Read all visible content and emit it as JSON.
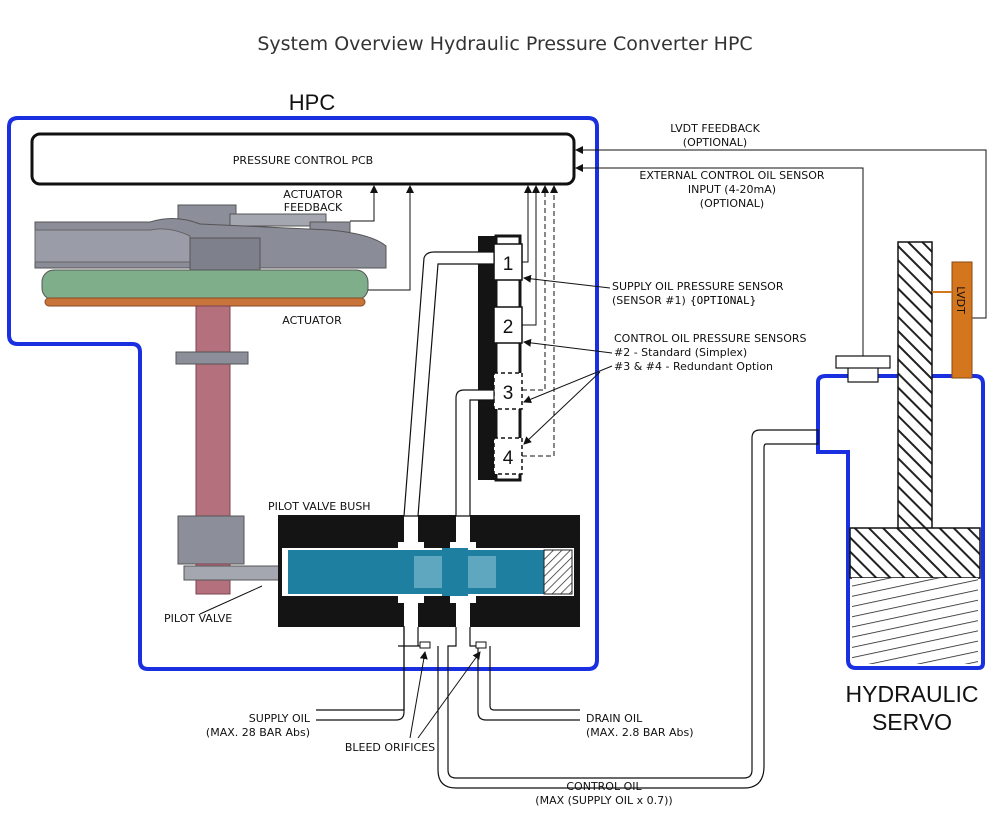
{
  "title": "System Overview Hydraulic Pressure Converter HPC",
  "hpc_label": "HPC",
  "pcb_label": "PRESSURE CONTROL PCB",
  "actuator_feedback": [
    "ACTUATOR",
    "FEEDBACK"
  ],
  "actuator_label": "ACTUATOR",
  "pilot_valve_bush": "PILOT VALVE BUSH",
  "pilot_valve": "PILOT VALVE",
  "lvdt_feedback": [
    "LVDT FEEDBACK",
    "(OPTIONAL)"
  ],
  "external_sensor": [
    "EXTERNAL CONTROL OIL SENSOR",
    "INPUT (4-20mA)",
    "(OPTIONAL)"
  ],
  "supply_sensor": [
    "SUPPLY OIL PRESSURE SENSOR",
    "(SENSOR #1)",
    "{OPTIONAL}"
  ],
  "control_sensors": [
    "CONTROL OIL PRESSURE SENSORS",
    "#2 - Standard (Simplex)",
    "#3 & #4 - Redundant Option"
  ],
  "sensor_numbers": [
    "1",
    "2",
    "3",
    "4"
  ],
  "lvdt_label": "LVDT",
  "servo_label": [
    "HYDRAULIC",
    "SERVO"
  ],
  "supply_oil": [
    "SUPPLY OIL",
    "(MAX. 28 BAR Abs)"
  ],
  "drain_oil": [
    "DRAIN OIL",
    "(MAX. 2.8 BAR Abs)"
  ],
  "bleed_orifices": "BLEED ORIFICES",
  "control_oil": [
    "CONTROL OIL",
    "(MAX (SUPPLY OIL x 0.7))"
  ],
  "colors": {
    "enclosure": "#1a2fe0",
    "actuator_green": "#7fae8a",
    "actuator_copper": "#c8743a",
    "shaft": "#b4707c",
    "valve_blue": "#1e7fa0",
    "gray_part": "#8c8e9a",
    "lvdt_orange": "#d4761e"
  }
}
